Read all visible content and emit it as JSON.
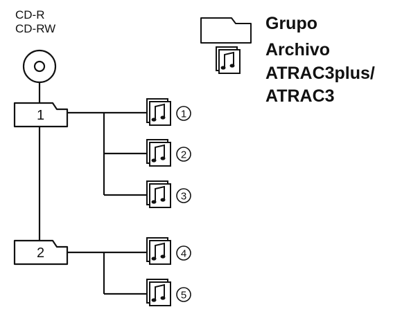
{
  "disc": {
    "label_line1": "CD-R",
    "label_line2": "CD-RW",
    "icon": "cd-disc-icon"
  },
  "folders": [
    {
      "number": "1",
      "icon": "folder-icon"
    },
    {
      "number": "2",
      "icon": "folder-icon"
    }
  ],
  "tracks": [
    {
      "number": "1",
      "icon": "music-file-icon"
    },
    {
      "number": "2",
      "icon": "music-file-icon"
    },
    {
      "number": "3",
      "icon": "music-file-icon"
    },
    {
      "number": "4",
      "icon": "music-file-icon"
    },
    {
      "number": "5",
      "icon": "music-file-icon"
    }
  ],
  "legend": {
    "folder_label": "Grupo",
    "file_label": "Archivo",
    "format_line1": "ATRAC3plus/",
    "format_line2": "ATRAC3"
  }
}
